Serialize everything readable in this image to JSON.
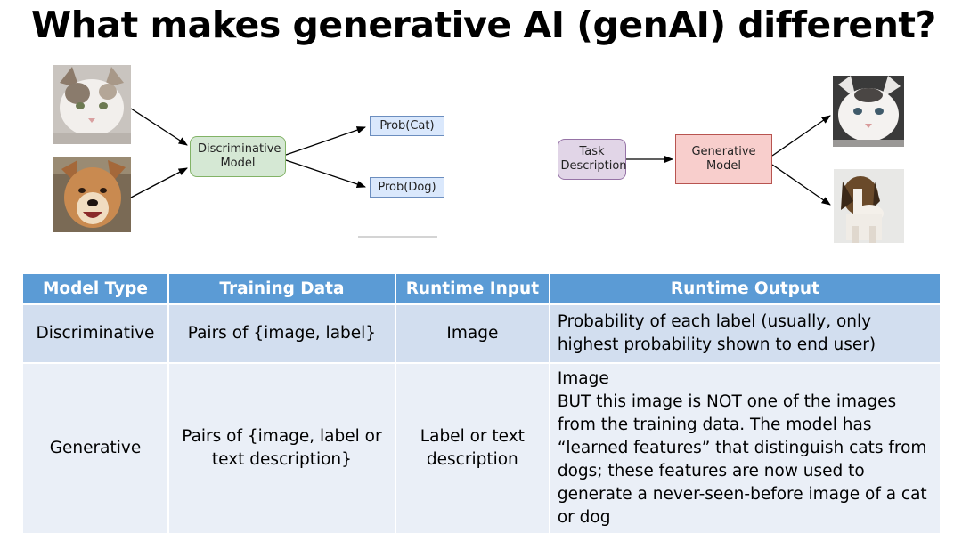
{
  "title": "What makes generative AI (genAI) different?",
  "diagram_left": {
    "model_label": "Discriminative Model",
    "outputs": [
      "Prob(Cat)",
      "Prob(Dog)"
    ]
  },
  "diagram_right": {
    "input_label": "Task Description",
    "model_label": "Generative Model"
  },
  "table": {
    "headers": [
      "Model Type",
      "Training Data",
      "Runtime Input",
      "Runtime Output"
    ],
    "rows": [
      {
        "model_type": "Discriminative",
        "training_data": "Pairs of {image, label}",
        "runtime_input": "Image",
        "runtime_output": "Probability of each label (usually, only highest probability shown to end user)"
      },
      {
        "model_type": "Generative",
        "training_data": "Pairs of {image, label or text description}",
        "runtime_input": "Label or text description",
        "runtime_output_title": "Image",
        "runtime_output": "BUT this image is NOT one of the images from the training data. The model has “learned features” that distinguish cats from dogs; these features are now used to generate a never-seen-before image of a cat or dog"
      }
    ]
  }
}
